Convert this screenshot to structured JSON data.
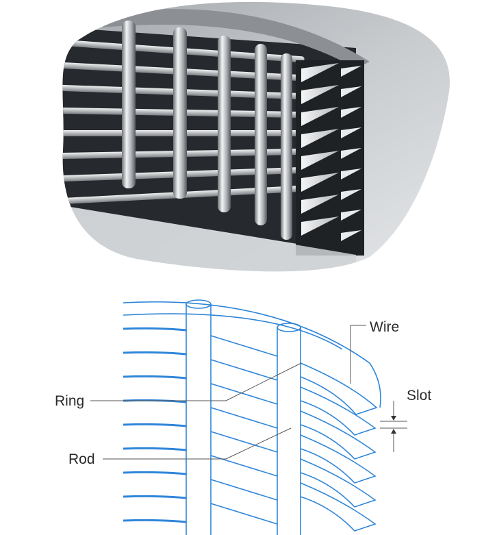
{
  "figure": {
    "photo_description_icon": "wedge-wire-screen-photo",
    "labels": {
      "wire": "Wire",
      "slot": "Slot",
      "ring": "Ring",
      "rod": "Rod"
    },
    "colors": {
      "diagram_line": "#2f86d8",
      "leader_line": "#555555",
      "photo_background": "#bfc2c5",
      "metal_light": "#e4e6e8",
      "metal_dark": "#2b2d30"
    }
  }
}
